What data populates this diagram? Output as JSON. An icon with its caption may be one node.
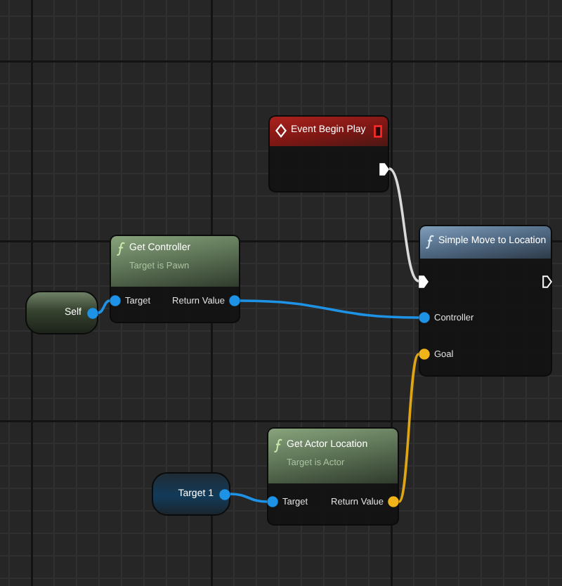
{
  "diagram": {
    "nodes": [
      {
        "text": [
          "Event Begin Play"
        ]
      },
      {
        "text": [
          "Self"
        ]
      },
      {
        "text": [
          "Get Controller",
          "Target is Pawn",
          "Target",
          "Return Value"
        ]
      },
      {
        "text": [
          "Simple Move to Location",
          "Controller",
          "Goal"
        ]
      },
      {
        "text": [
          "Target 1"
        ]
      },
      {
        "text": [
          "Get Actor Location",
          "Target is Actor",
          "Target",
          "Return Value"
        ]
      }
    ],
    "edges": [
      {
        "from": 1,
        "to": 2,
        "arrow": "none"
      },
      {
        "from": 2,
        "to": 3,
        "arrow": "none"
      },
      {
        "from": 0,
        "to": 3,
        "arrow": "none",
        "color": "#d9d9d9"
      },
      {
        "from": 4,
        "to": 5,
        "arrow": "none"
      },
      {
        "from": 5,
        "to": 3,
        "arrow": "none",
        "color": "#e0a514"
      }
    ]
  }
}
